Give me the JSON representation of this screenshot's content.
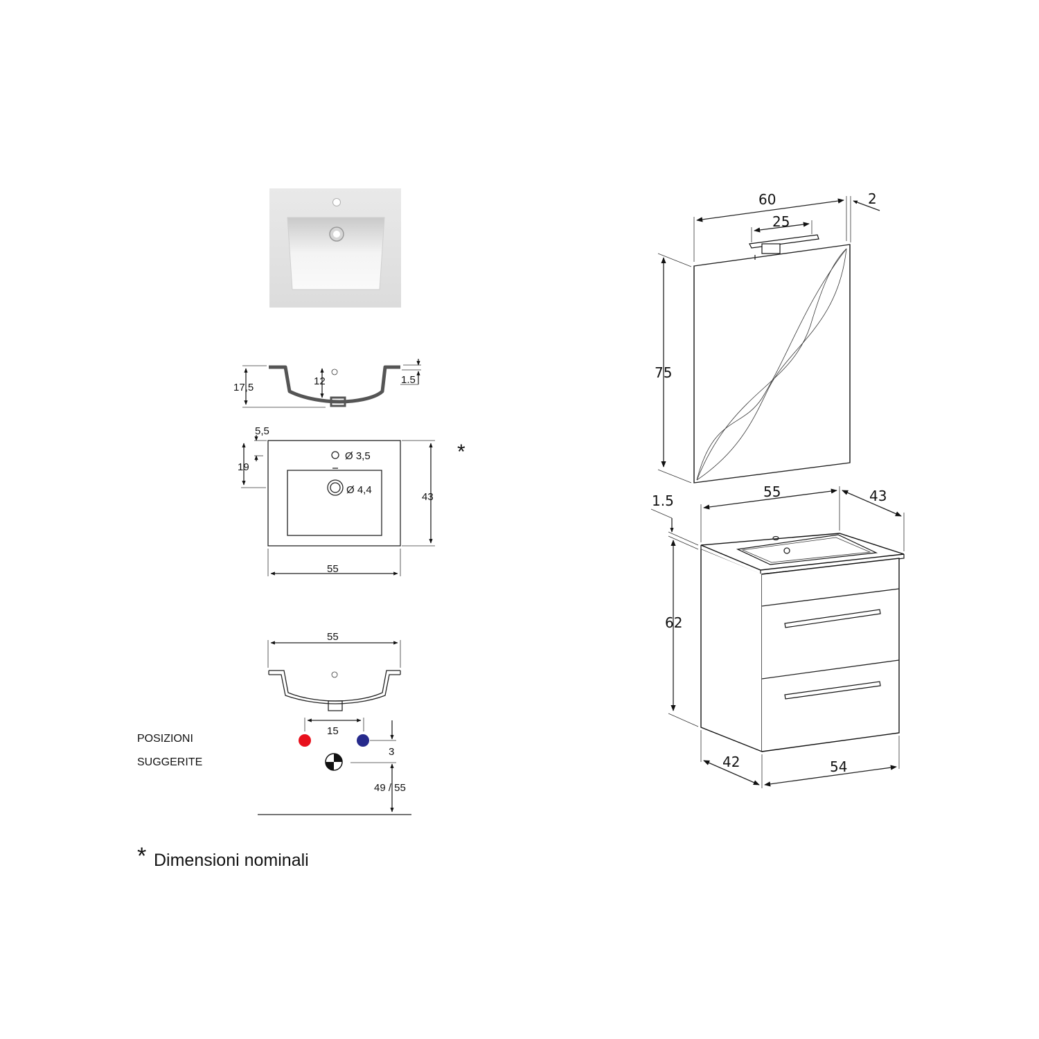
{
  "washbasin_section": {
    "depth": "17,5",
    "bowl_depth": "12",
    "rim": "1.5"
  },
  "washbasin_plan": {
    "edge_offset": "5,5",
    "hole_offset": "19",
    "tap_hole": "Ø 3,5",
    "drain_hole": "Ø 4,4",
    "depth": "43",
    "width": "55",
    "asterisk": "*"
  },
  "suggested_positions": {
    "label_line1": "POSIZIONI",
    "label_line2": "SUGGERITE",
    "width": "55",
    "tap_spacing": "15",
    "offset": "3",
    "height": "49 / 55",
    "colors": {
      "hot": "#e8101c",
      "cold": "#262a8c"
    }
  },
  "mirror": {
    "width": "60",
    "thickness": "2",
    "lamp_width": "25",
    "height": "75"
  },
  "cabinet": {
    "top_width": "55",
    "top_depth": "43",
    "top_thickness": "1.5",
    "height": "62",
    "depth": "42",
    "width": "54"
  },
  "footnote": {
    "asterisk": "*",
    "text": "Dimensioni nominali"
  }
}
